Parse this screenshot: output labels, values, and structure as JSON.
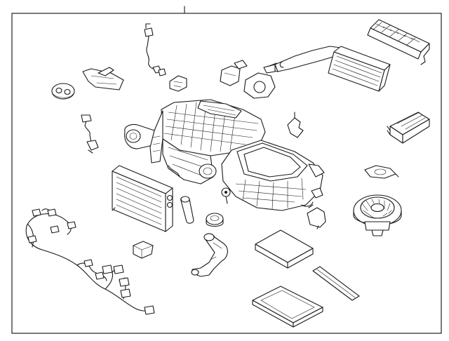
{
  "colors": {
    "background": "#ffffff",
    "ink": "#1a1a1a",
    "frame": "#222222"
  },
  "parts": [
    "leader-line",
    "heater-core-pipe-assembly",
    "cabin-filter-frame",
    "pipe-grommet",
    "bracket-duct",
    "sensor-wire-connector",
    "clip",
    "actuator-motor",
    "mode-actuator",
    "hvac-case-assembly",
    "heater-core",
    "evaporator-core",
    "small-bracket",
    "temperature-sensor",
    "wiring-harness",
    "blower-motor",
    "blower-resistor",
    "drain-hose",
    "plug-cap",
    "grommet",
    "foam-seal",
    "cabin-air-filter",
    "filter-cover"
  ]
}
